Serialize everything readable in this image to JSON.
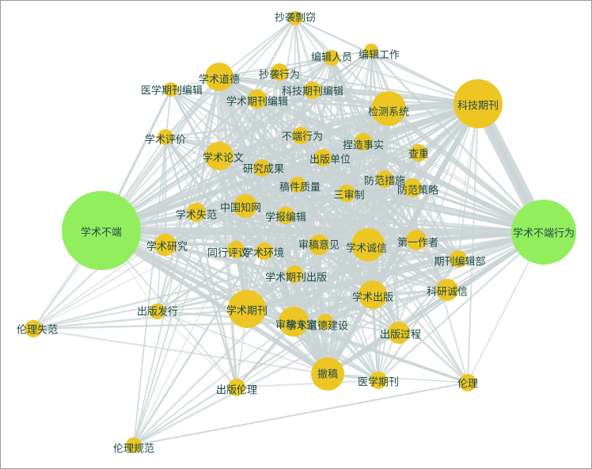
{
  "colors": {
    "edge": "#c9d3d3",
    "major": "#93ee5e",
    "keyword": "#eec624",
    "label": "#1f4a4a"
  },
  "nodes": [
    {
      "id": "n1",
      "label": "抄袭剽窃",
      "group": "keyword"
    },
    {
      "id": "n2",
      "label": "编辑人员",
      "group": "keyword"
    },
    {
      "id": "n3",
      "label": "编辑工作",
      "group": "keyword"
    },
    {
      "id": "n4",
      "label": "医学期刊编辑",
      "group": "keyword"
    },
    {
      "id": "n5",
      "label": "学术道德",
      "group": "keyword"
    },
    {
      "id": "n6",
      "label": "抄袭行为",
      "group": "keyword"
    },
    {
      "id": "n7",
      "label": "学术期刊编辑",
      "group": "keyword"
    },
    {
      "id": "n8",
      "label": "科技期刊编辑",
      "group": "keyword"
    },
    {
      "id": "n9",
      "label": "检测系统",
      "group": "keyword"
    },
    {
      "id": "n10",
      "label": "科技期刊",
      "group": "keyword"
    },
    {
      "id": "n11",
      "label": "学术评价",
      "group": "keyword"
    },
    {
      "id": "n12",
      "label": "不端行为",
      "group": "keyword"
    },
    {
      "id": "n13",
      "label": "捏造事实",
      "group": "keyword"
    },
    {
      "id": "n14",
      "label": "查重",
      "group": "keyword"
    },
    {
      "id": "n15",
      "label": "学术论文",
      "group": "keyword"
    },
    {
      "id": "n16",
      "label": "出版单位",
      "group": "keyword"
    },
    {
      "id": "n17",
      "label": "研究成果",
      "group": "keyword"
    },
    {
      "id": "n18",
      "label": "防范措施",
      "group": "keyword"
    },
    {
      "id": "n19",
      "label": "稿件质量",
      "group": "keyword"
    },
    {
      "id": "n20",
      "label": "防范策略",
      "group": "keyword"
    },
    {
      "id": "n21",
      "label": "三审制",
      "group": "keyword"
    },
    {
      "id": "n22",
      "label": "中国知网",
      "group": "keyword"
    },
    {
      "id": "n23",
      "label": "学术失范",
      "group": "keyword"
    },
    {
      "id": "n24",
      "label": "学报编辑",
      "group": "keyword"
    },
    {
      "id": "n25",
      "label": "学术不端",
      "group": "major"
    },
    {
      "id": "n26",
      "label": "学术不端行为",
      "group": "major"
    },
    {
      "id": "n27",
      "label": "学术研究",
      "group": "keyword"
    },
    {
      "id": "n28",
      "label": "同行评议",
      "group": "keyword"
    },
    {
      "id": "n29",
      "label": "学术环境",
      "group": "keyword"
    },
    {
      "id": "n30",
      "label": "审稿意见",
      "group": "keyword"
    },
    {
      "id": "n31",
      "label": "学术诚信",
      "group": "keyword"
    },
    {
      "id": "n32",
      "label": "第一作者",
      "group": "keyword"
    },
    {
      "id": "n33",
      "label": "期刊编辑部",
      "group": "keyword"
    },
    {
      "id": "n34",
      "label": "学术期刊出版",
      "group": "keyword"
    },
    {
      "id": "n35",
      "label": "科研诚信",
      "group": "keyword"
    },
    {
      "id": "n36",
      "label": "学术出版",
      "group": "keyword"
    },
    {
      "id": "n37",
      "label": "出版发行",
      "group": "keyword"
    },
    {
      "id": "n38",
      "label": "学术期刊",
      "group": "keyword"
    },
    {
      "id": "n39",
      "label": "伦理失范",
      "group": "keyword"
    },
    {
      "id": "n40",
      "label": "审稿专家",
      "group": "keyword"
    },
    {
      "id": "n41",
      "label": "学术道德建设",
      "group": "keyword"
    },
    {
      "id": "n42",
      "label": "出版过程",
      "group": "keyword"
    },
    {
      "id": "n43",
      "label": "撤稿",
      "group": "keyword"
    },
    {
      "id": "n44",
      "label": "医学期刊",
      "group": "keyword"
    },
    {
      "id": "n45",
      "label": "伦理",
      "group": "keyword"
    },
    {
      "id": "n46",
      "label": "出版伦理",
      "group": "keyword"
    },
    {
      "id": "n47",
      "label": "伦理规范",
      "group": "keyword"
    }
  ]
}
